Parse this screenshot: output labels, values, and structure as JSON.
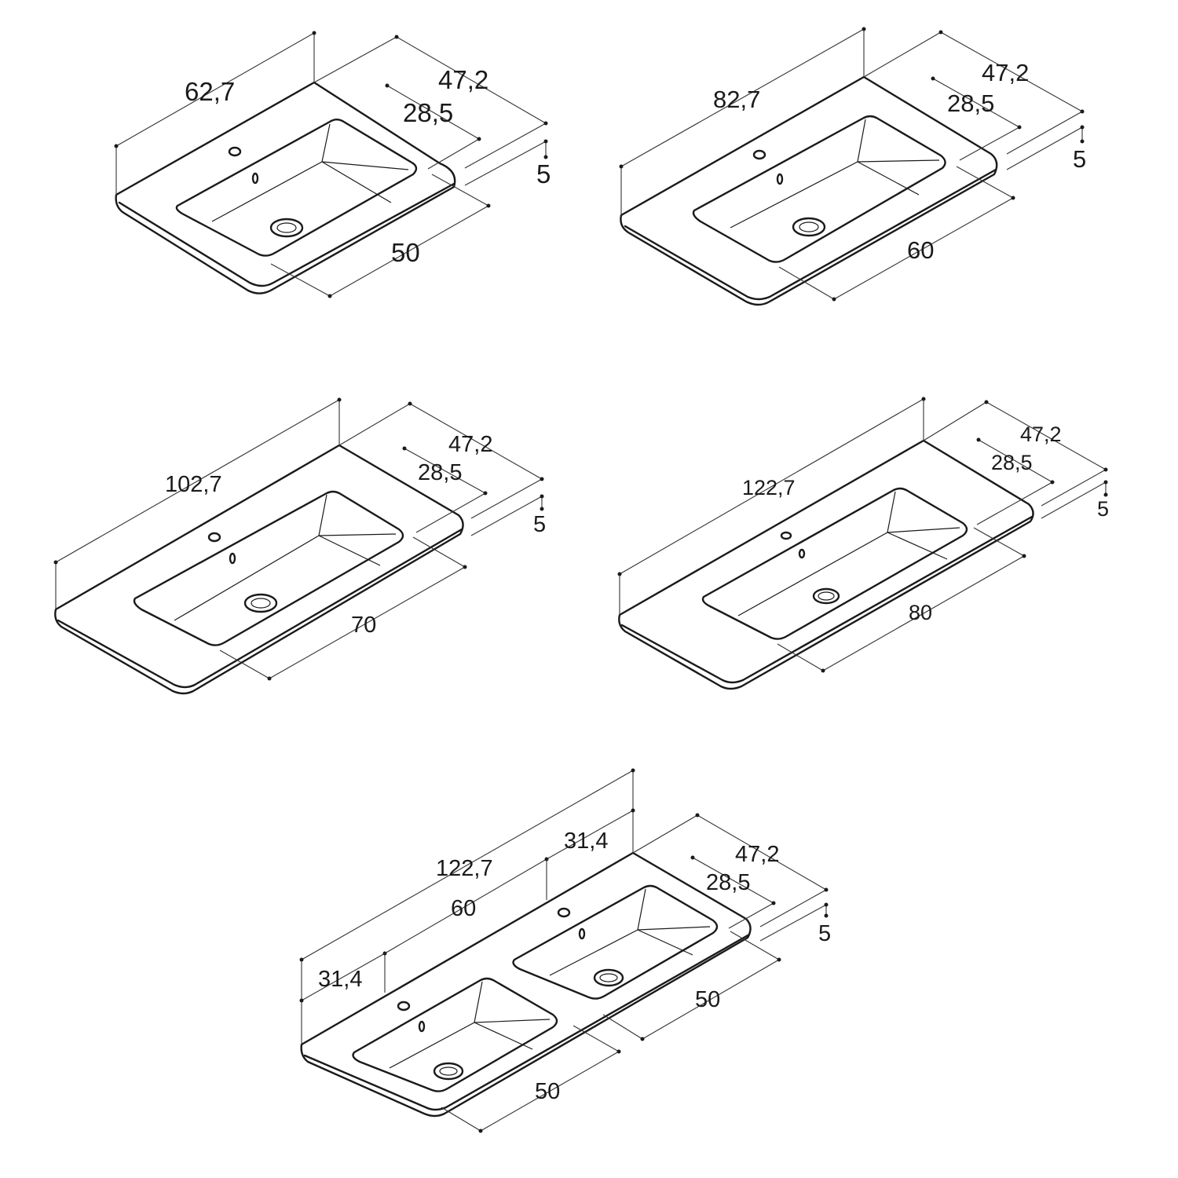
{
  "units": "cm",
  "basins": [
    {
      "id": "sink-62",
      "width": "62,7",
      "depth": "47,2",
      "bowl_depth": "28,5",
      "thickness": "5",
      "bowl_width": "50"
    },
    {
      "id": "sink-82",
      "width": "82,7",
      "depth": "47,2",
      "bowl_depth": "28,5",
      "thickness": "5",
      "bowl_width": "60"
    },
    {
      "id": "sink-102",
      "width": "102,7",
      "depth": "47,2",
      "bowl_depth": "28,5",
      "thickness": "5",
      "bowl_width": "70"
    },
    {
      "id": "sink-122",
      "width": "122,7",
      "depth": "47,2",
      "bowl_depth": "28,5",
      "thickness": "5",
      "bowl_width": "80"
    },
    {
      "id": "sink-122-double",
      "width": "122,7",
      "depth": "47,2",
      "bowl_depth": "28,5",
      "thickness": "5",
      "bowl_width_1": "50",
      "bowl_width_2": "50",
      "centre_1": "31,4",
      "centre_2": "31,4",
      "centre_spacing": "60"
    }
  ]
}
